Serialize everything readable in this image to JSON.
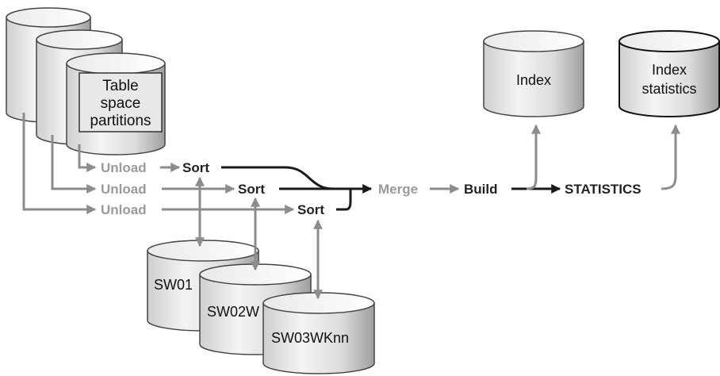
{
  "table_space": {
    "label_lines": [
      "Table",
      "space",
      "partitions"
    ]
  },
  "tasks": {
    "unload": [
      "Unload",
      "Unload",
      "Unload"
    ],
    "sort": [
      "Sort",
      "Sort",
      "Sort"
    ],
    "merge": "Merge",
    "build": "Build",
    "statistics": "STATISTICS"
  },
  "outputs": {
    "index": "Index",
    "index_statistics_lines": [
      "Index",
      "statistics"
    ]
  },
  "work_files": [
    "SW01",
    "SW02W",
    "SW03WKnn"
  ],
  "colors": {
    "arrow_grey": "#8c8c8c",
    "arrow_dark": "#1a1a1a",
    "text_grey": "#9a9a9a",
    "text_dark": "#222222"
  }
}
